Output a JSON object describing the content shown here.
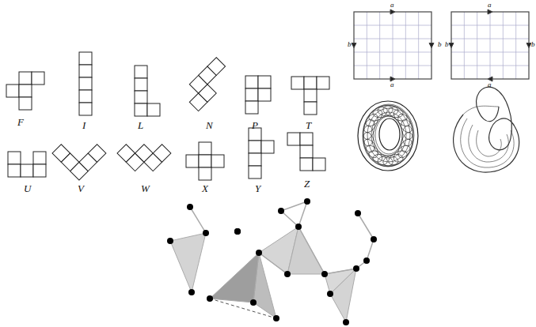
{
  "diagram": {
    "labels": [
      "F",
      "I",
      "L",
      "N",
      "P",
      "T",
      "U",
      "V",
      "W",
      "X",
      "Y",
      "Z",
      "a",
      "b",
      "b",
      "a",
      "a",
      "b",
      "b",
      "a"
    ]
  }
}
